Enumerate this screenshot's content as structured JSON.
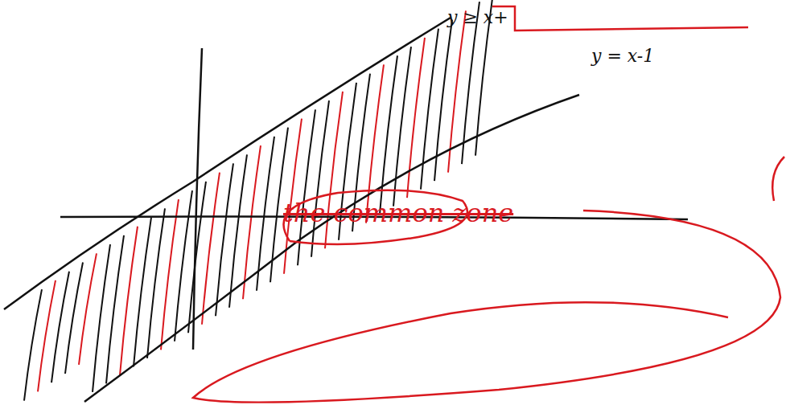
{
  "diagram": {
    "labels": [
      "y ≥ x+",
      "y = x-1",
      "the common zone"
    ]
  }
}
